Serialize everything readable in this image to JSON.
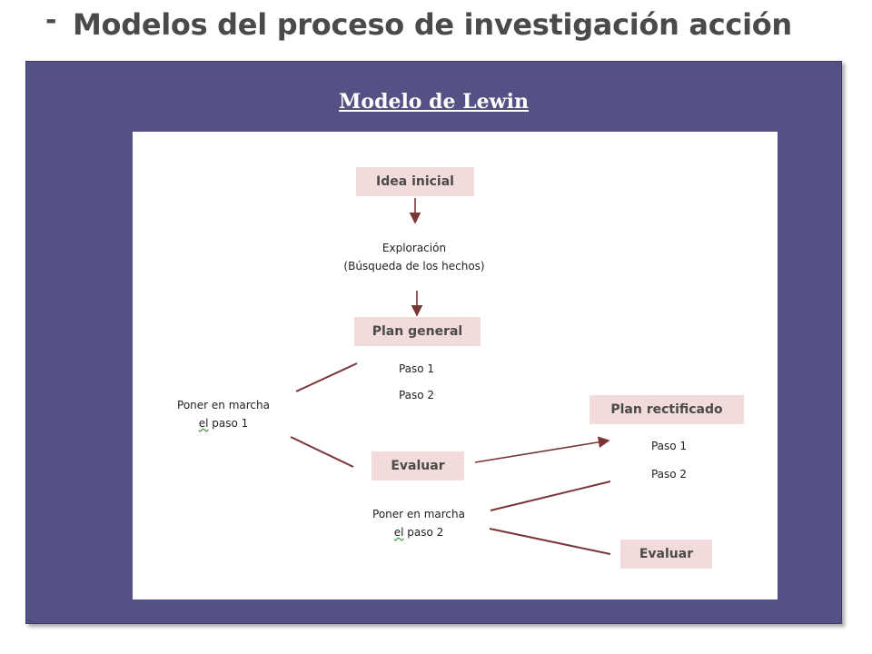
{
  "slide": {
    "bullet": "-",
    "title": "Modelos del proceso de investigación  acción"
  },
  "panel": {
    "title": "Modelo de Lewin"
  },
  "diagram": {
    "idea_inicial": "Idea inicial",
    "exploracion_line1": "Exploración",
    "exploracion_line2": "(Búsqueda de los hechos)",
    "plan_general": "Plan general",
    "paso1_a": "Paso 1",
    "paso2_a": "Paso 2",
    "poner_marcha_1_line1": "Poner en marcha",
    "poner_marcha_1_el": "el",
    "poner_marcha_1_rest": " paso 1",
    "evaluar_1": "Evaluar",
    "plan_rectificado": "Plan rectificado",
    "paso1_b": "Paso 1",
    "paso2_b": "Paso 2",
    "poner_marcha_2_line1": "Poner en marcha",
    "poner_marcha_2_el": "el",
    "poner_marcha_2_rest": " paso 2",
    "evaluar_2": "Evaluar"
  },
  "colors": {
    "panel_bg": "#545284",
    "box_fill": "#f2dcdb",
    "arrow": "#7a3535"
  }
}
